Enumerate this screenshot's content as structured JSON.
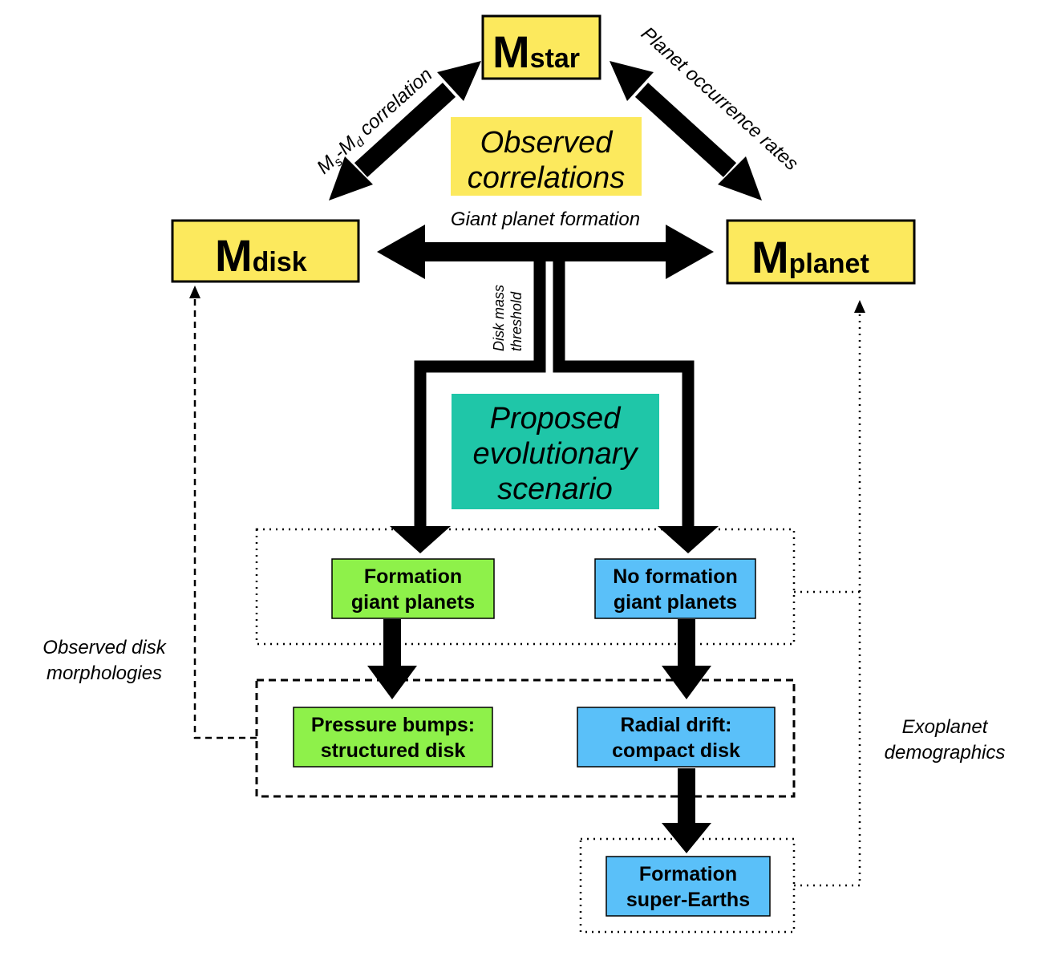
{
  "nodes": {
    "mstar": {
      "main": "M",
      "sub": "star"
    },
    "mdisk": {
      "main": "M",
      "sub": "disk"
    },
    "mplanet": {
      "main": "M",
      "sub": "planet"
    },
    "observed_correlations": {
      "line1": "Observed",
      "line2": "correlations"
    },
    "proposed_scenario": {
      "line1": "Proposed",
      "line2": "evolutionary",
      "line3": "scenario"
    },
    "formation_giant": {
      "line1": "Formation",
      "line2": "giant planets"
    },
    "no_formation_giant": {
      "line1": "No formation",
      "line2": "giant planets"
    },
    "pressure_bumps": {
      "line1": "Pressure bumps:",
      "line2": "structured disk"
    },
    "radial_drift": {
      "line1": "Radial drift:",
      "line2": "compact disk"
    },
    "formation_super_earths": {
      "line1": "Formation",
      "line2": "super-Earths"
    }
  },
  "labels": {
    "ms_md_correlation": {
      "m1": "M",
      "s": "s",
      "dash": "-M",
      "d": "d",
      "rest": " correlation"
    },
    "planet_occurrence_rates": "Planet occurrence rates",
    "giant_planet_formation": "Giant planet formation",
    "disk_mass_threshold": {
      "line1": "Disk mass",
      "line2": "threshold"
    },
    "observed_disk_morphologies": {
      "line1": "Observed disk",
      "line2": "morphologies"
    },
    "exoplanet_demographics": {
      "line1": "Exoplanet",
      "line2": "demographics"
    }
  },
  "colors": {
    "yellow": "#fce95d",
    "teal": "#1fc6a8",
    "green": "#8ef14a",
    "blue": "#5ac0f9",
    "black": "#000000"
  }
}
